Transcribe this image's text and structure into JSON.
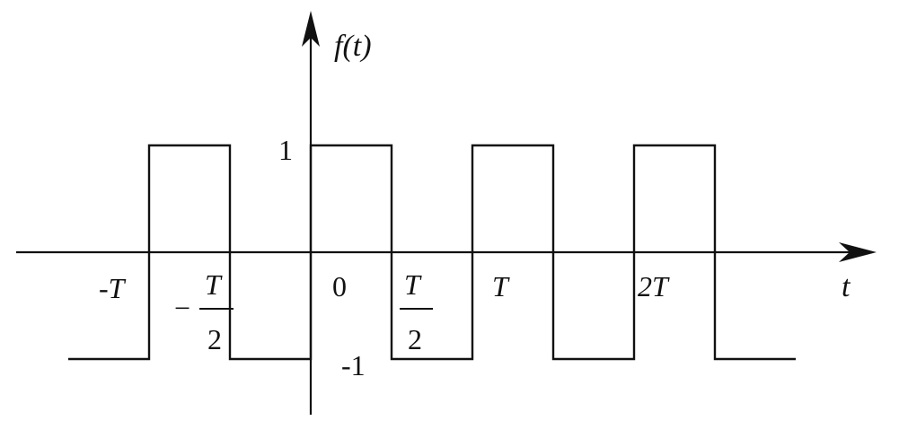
{
  "figure": {
    "y_axis_label": "f(t)",
    "x_axis_label": "t",
    "level_high_label": "1",
    "level_low_label": "-1",
    "tick_neg_T": "-T",
    "tick_neg_half_T_sign": "−",
    "tick_neg_half_T_num": "T",
    "tick_neg_half_T_den": "2",
    "tick_zero": "0",
    "tick_half_T_num": "T",
    "tick_half_T_den": "2",
    "tick_T": "T",
    "tick_2T": "2T"
  },
  "colors": {
    "line": "#111111",
    "background": "#ffffff"
  },
  "chart_data": {
    "type": "line",
    "xlabel": "t",
    "ylabel": "f(t)",
    "x_unit": "T",
    "y_values": [
      1,
      -1
    ],
    "series": [
      {
        "x": [
          -1.5,
          -1,
          -1,
          -0.5,
          -0.5,
          0,
          0,
          0.5,
          0.5,
          1,
          1,
          1.5,
          1.5,
          2,
          2,
          2.5,
          2.5,
          3
        ],
        "y": [
          -1,
          -1,
          1,
          1,
          -1,
          -1,
          1,
          1,
          -1,
          -1,
          1,
          1,
          -1,
          -1,
          1,
          1,
          -1,
          -1
        ]
      }
    ]
  }
}
